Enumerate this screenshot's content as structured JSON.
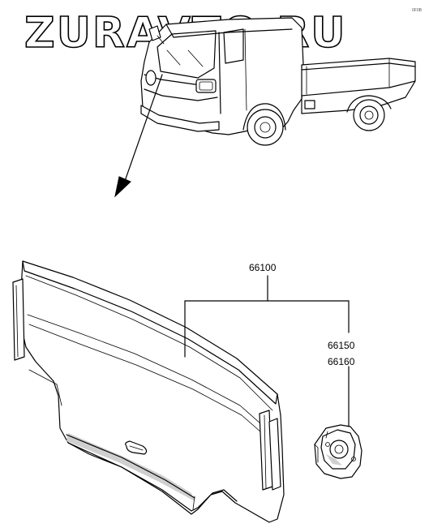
{
  "watermark": {
    "text": "ZURAVTO.RU"
  },
  "corner_mark": {
    "text": "0F0B"
  },
  "callouts": {
    "assembly": "66100",
    "part_a": "66150",
    "part_b": "66160"
  }
}
